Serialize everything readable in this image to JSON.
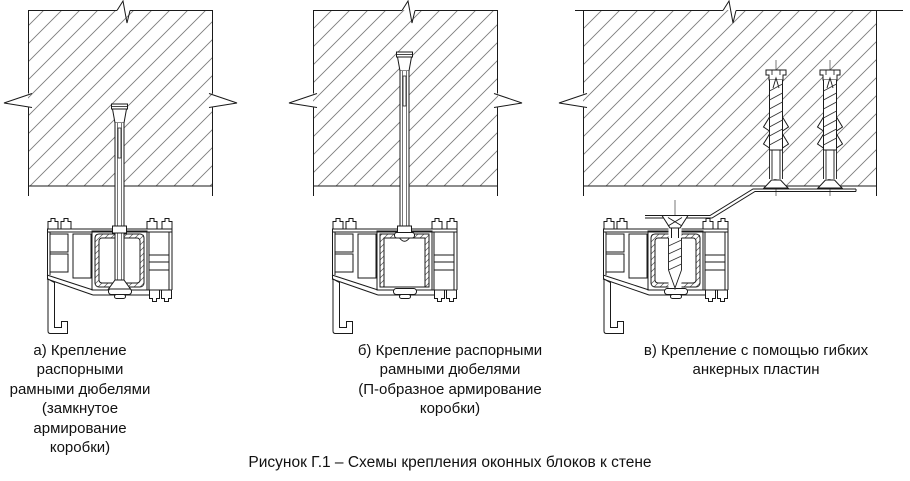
{
  "figure": {
    "caption": "Рисунок Г.1 – Схемы крепления оконных блоков к стене",
    "schemes": [
      {
        "id": "a",
        "label_lines": [
          "а) Крепление распорными",
          "рамными дюбелями",
          "(замкнутое армирование",
          "коробки)"
        ]
      },
      {
        "id": "b",
        "label_lines": [
          "б) Крепление распорными",
          "рамными дюбелями",
          "(П-образное армирование",
          "коробки)"
        ]
      },
      {
        "id": "v",
        "label_lines": [
          "в) Крепление с помощью гибких",
          "анкерных пластин"
        ]
      }
    ],
    "colors": {
      "line": "#1a1a1a",
      "wall_hatch": "#7d7d7d",
      "steel_hatch": "#555555",
      "background": "#ffffff"
    }
  }
}
